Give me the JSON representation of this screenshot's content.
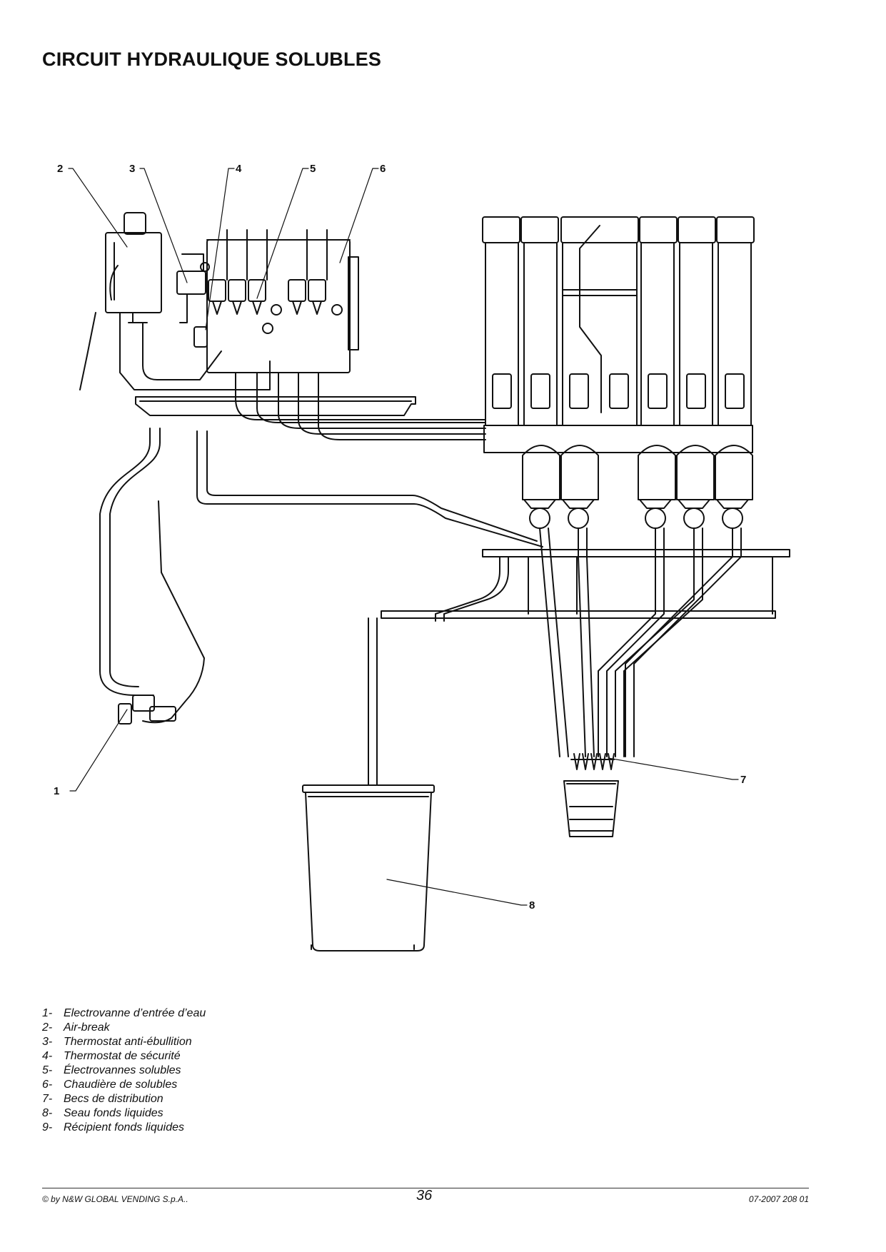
{
  "title": "CIRCUIT HYDRAULIQUE SOLUBLES",
  "callouts": [
    "1",
    "2",
    "3",
    "4",
    "5",
    "6",
    "7",
    "8"
  ],
  "legend": [
    {
      "num": "1-",
      "text": "Electrovanne d’entrée d’eau"
    },
    {
      "num": "2-",
      "text": "Air-break"
    },
    {
      "num": "3-",
      "text": "Thermostat anti-ébullition"
    },
    {
      "num": "4-",
      "text": "Thermostat de sécurité"
    },
    {
      "num": "5-",
      "text": "Électrovannes solubles"
    },
    {
      "num": "6-",
      "text": "Chaudière de solubles"
    },
    {
      "num": "7-",
      "text": "Becs de distribution"
    },
    {
      "num": "8-",
      "text": "Seau fonds liquides"
    },
    {
      "num": "9-",
      "text": "Récipient fonds liquides"
    }
  ],
  "footer": {
    "copyright": "© by N&W GLOBAL VENDING S.p.A..",
    "page": "36",
    "doc_code": "07-2007 208 01"
  }
}
